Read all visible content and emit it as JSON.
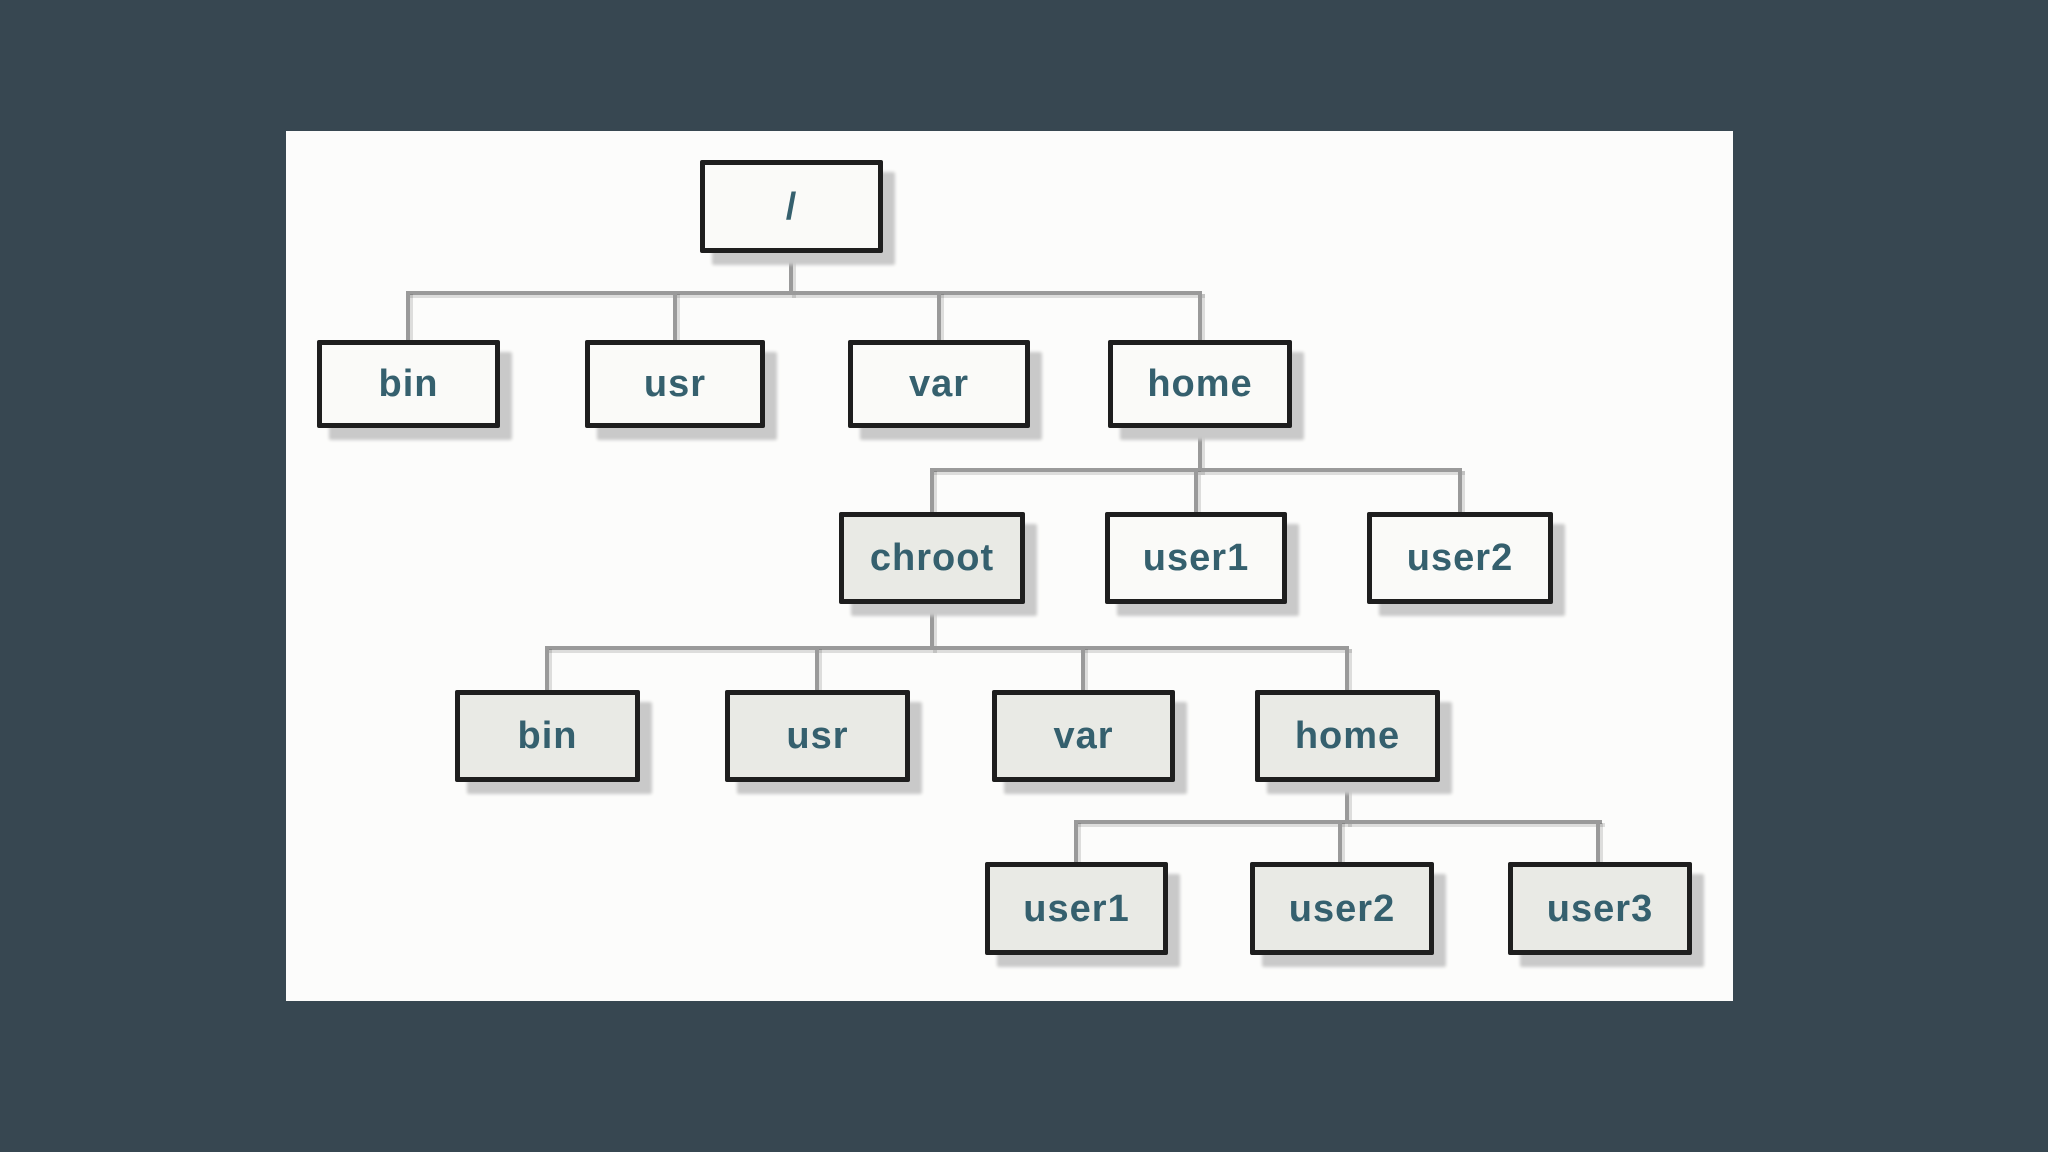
{
  "diagram": {
    "nodes": {
      "root": {
        "label": "/"
      },
      "bin1": {
        "label": "bin"
      },
      "usr1": {
        "label": "usr"
      },
      "var1": {
        "label": "var"
      },
      "home1": {
        "label": "home"
      },
      "chroot": {
        "label": "chroot"
      },
      "user1a": {
        "label": "user1"
      },
      "user2a": {
        "label": "user2"
      },
      "bin2": {
        "label": "bin"
      },
      "usr2": {
        "label": "usr"
      },
      "var2": {
        "label": "var"
      },
      "home2": {
        "label": "home"
      },
      "user1b": {
        "label": "user1"
      },
      "user2b": {
        "label": "user2"
      },
      "user3b": {
        "label": "user3"
      }
    },
    "hierarchy": {
      "/": {
        "bin": {},
        "usr": {},
        "var": {},
        "home": {
          "chroot": {
            "bin": {},
            "usr": {},
            "var": {},
            "home": {
              "user1": {},
              "user2": {},
              "user3": {}
            }
          },
          "user1": {},
          "user2": {}
        }
      }
    },
    "colors": {
      "background": "#374751",
      "panel": "#fcfcfb",
      "box_border": "#1e1e1e",
      "box_fill_white": "#fafaf8",
      "box_fill_gray": "#e9eae5",
      "connector": "#9a9a9a",
      "shadow": "#c9c9c9",
      "label_text": "#35606e"
    }
  }
}
